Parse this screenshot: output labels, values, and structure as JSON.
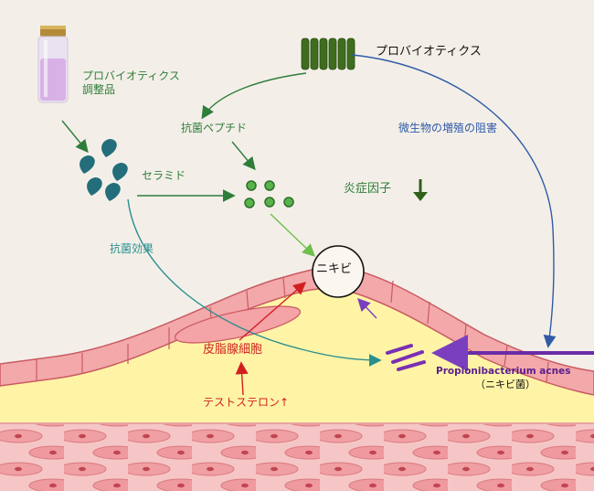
{
  "labels": {
    "probiotics_preparation": "プロバイオティクス\n調整品",
    "probiotics": "プロバイオティクス",
    "antimicrobial_peptide": "抗菌ペプチド",
    "microbial_growth_inhibition": "微生物の増殖の阻害",
    "ceramide": "セラミド",
    "inflammatory_factor": "炎症因子",
    "antibacterial_effect": "抗菌効果",
    "acne": "ニキビ",
    "sebaceous_cell": "皮脂腺細胞",
    "testosterone": "テストステロン↑",
    "p_acnes": "Propionibacterium acnes",
    "p_acnes_jp": "（ニキビ菌）"
  },
  "colors": {
    "background": "#f3efe8",
    "green_text": "#2f7d3a",
    "blue_text": "#2f5aa8",
    "teal_text": "#2a8f8f",
    "red_text": "#d11f1f",
    "purple_text": "#5a1e8c",
    "probiotic_bar": "#3f6d1f",
    "droplet": "#236e7a",
    "dot": "#59b24a",
    "skin_pink": "#f0a7a8",
    "skin_border": "#c95b62",
    "sebum_yellow": "#fff4a6",
    "tissue_pink": "#f3b6b8",
    "bacteria_purple": "#7a2fb3"
  },
  "icons": {
    "vial": "vial-icon",
    "probiotic_cluster": "probiotic-bacteria-icon",
    "down_arrow": "down-arrow-icon",
    "bacteria": "bacteria-icon"
  }
}
